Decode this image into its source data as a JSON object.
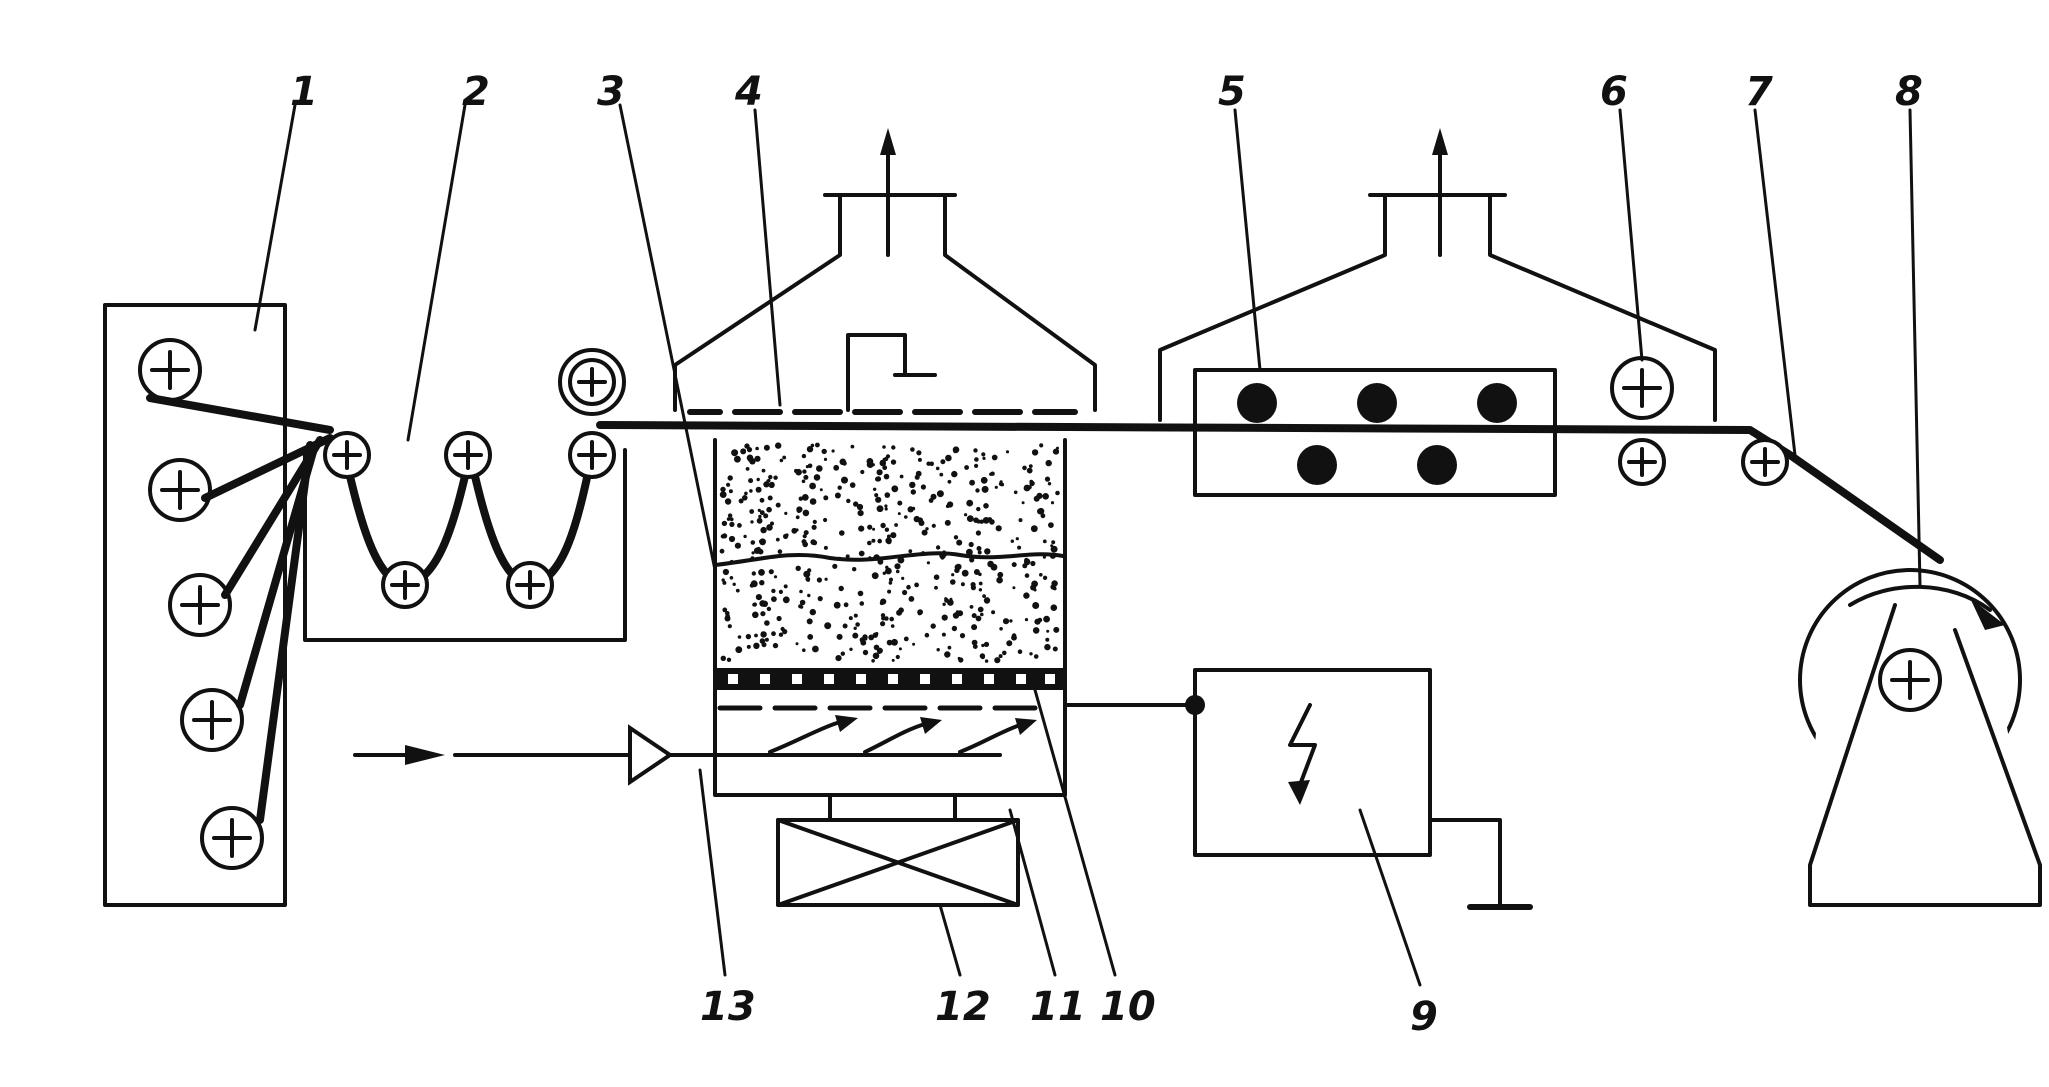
{
  "labels": {
    "l1": "1",
    "l2": "2",
    "l3": "3",
    "l4": "4",
    "l5": "5",
    "l6": "6",
    "l7": "7",
    "l8": "8",
    "l9": "9",
    "l10": "10",
    "l11": "11",
    "l12": "12",
    "l13": "13"
  },
  "colors": {
    "ink": "#111111",
    "background": "#ffffff"
  }
}
